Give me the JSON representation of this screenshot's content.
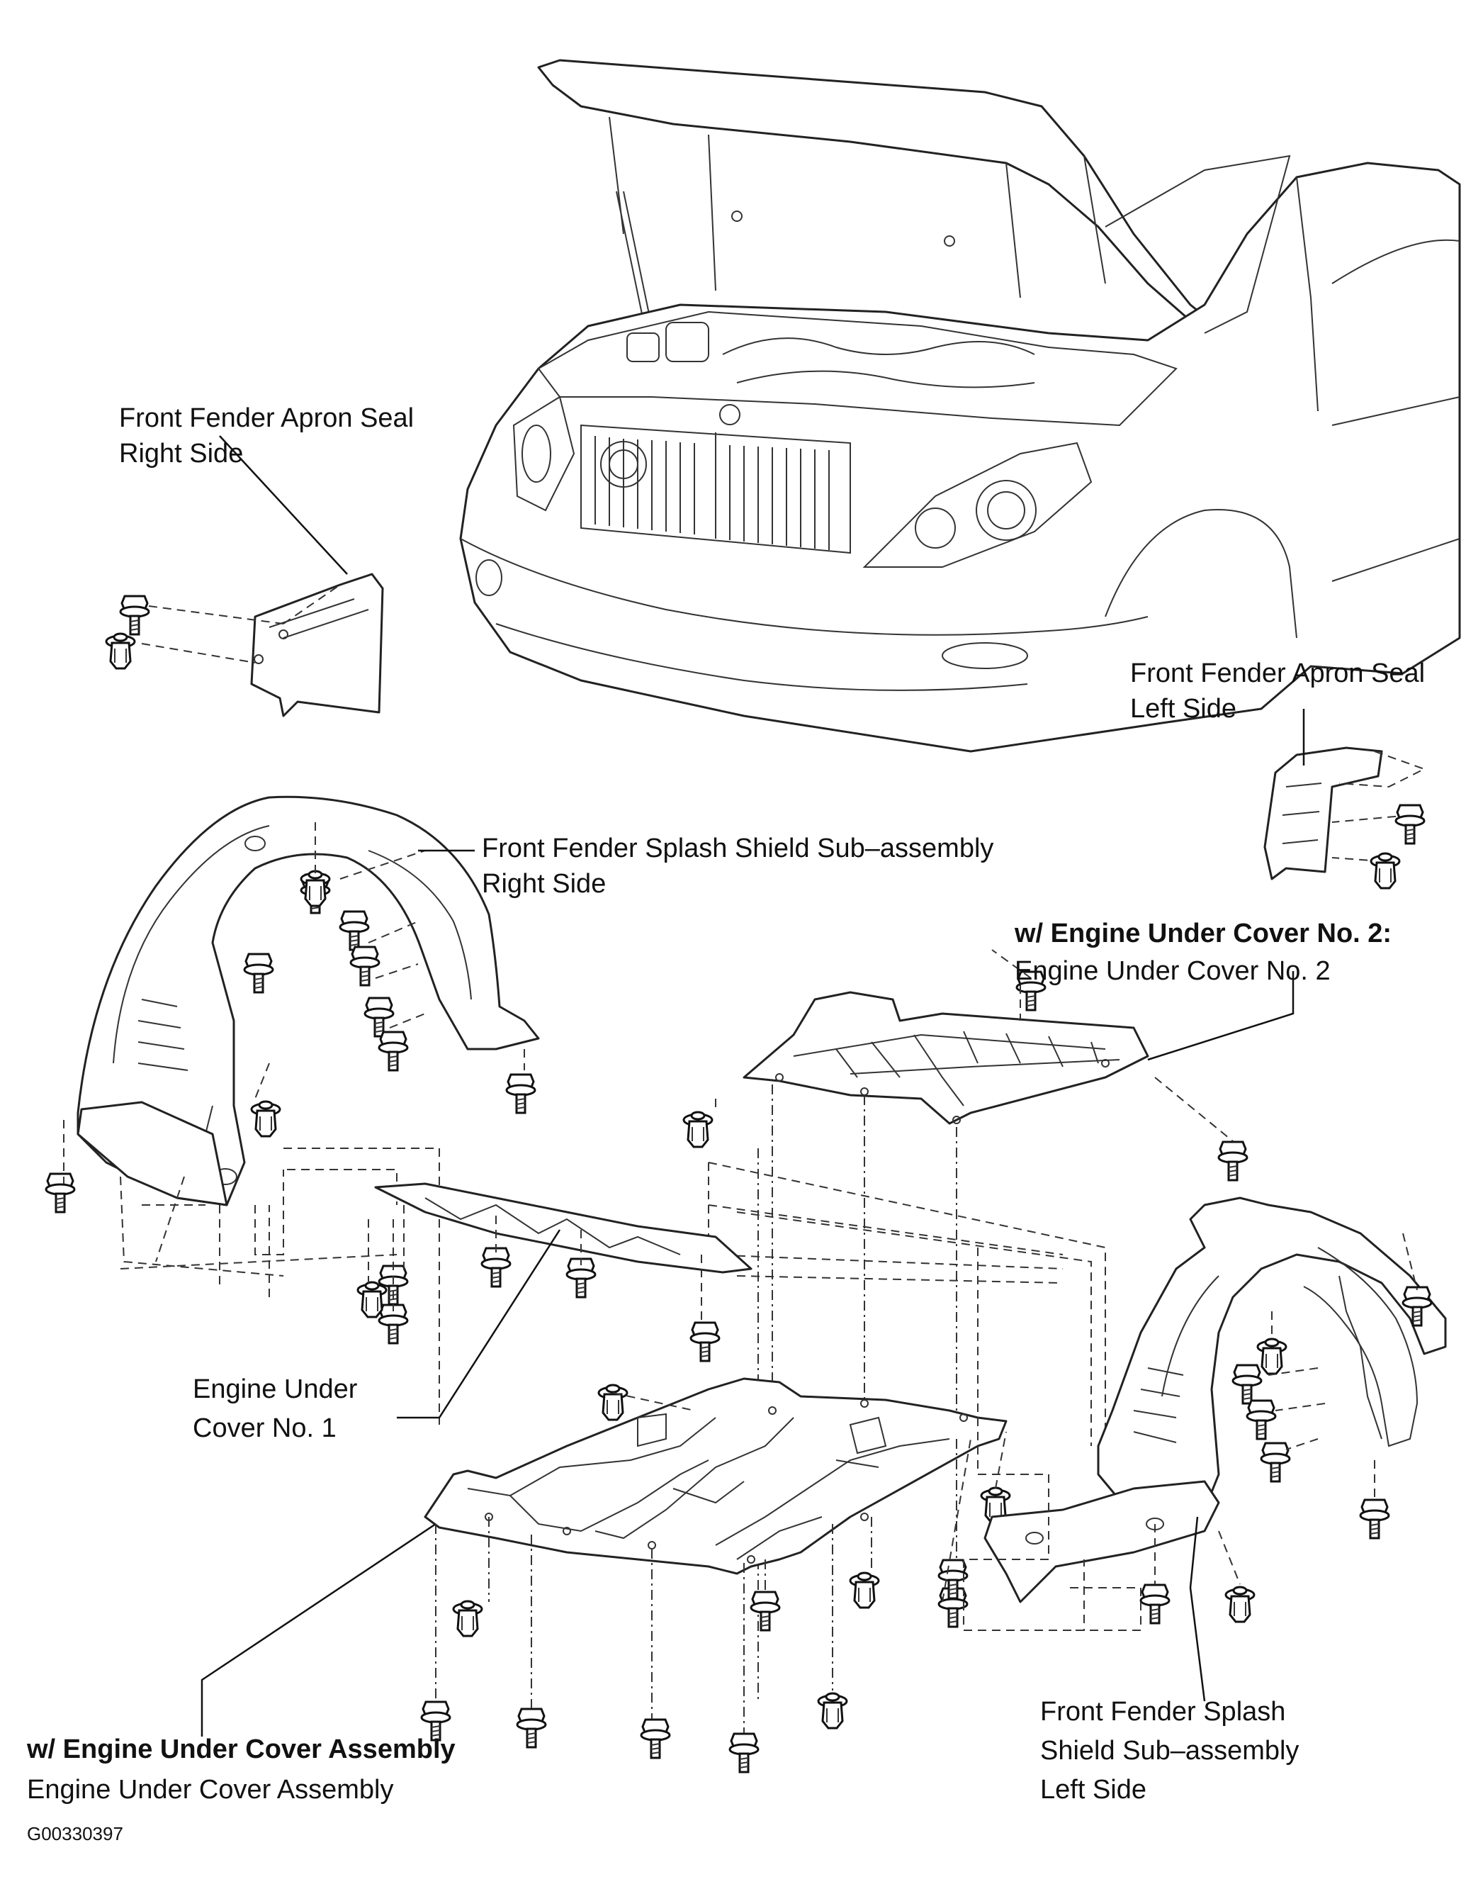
{
  "diagram_id": "G00330397",
  "labels": {
    "apron_seal_right_line1": "Front Fender Apron Seal",
    "apron_seal_right_line2": "Right Side",
    "apron_seal_left_line1": "Front Fender Apron Seal",
    "apron_seal_left_line2": "Left Side",
    "splash_shield_right_line1": "Front Fender Splash Shield Sub–assembly",
    "splash_shield_right_line2": "Right Side",
    "under_cover_no2_heading": "w/ Engine Under Cover No. 2:",
    "under_cover_no2_name": "Engine Under Cover No. 2",
    "under_cover_no1_line1": "Engine Under",
    "under_cover_no1_line2": "Cover No. 1",
    "under_cover_assy_heading": "w/ Engine Under Cover Assembly",
    "under_cover_assy_name": "Engine Under Cover Assembly",
    "splash_shield_left_line1": "Front Fender Splash",
    "splash_shield_left_line2": "Shield Sub–assembly",
    "splash_shield_left_line3": "Left Side"
  },
  "icons": {
    "bolt": "flange-bolt-icon",
    "clip": "push-clip-icon"
  }
}
